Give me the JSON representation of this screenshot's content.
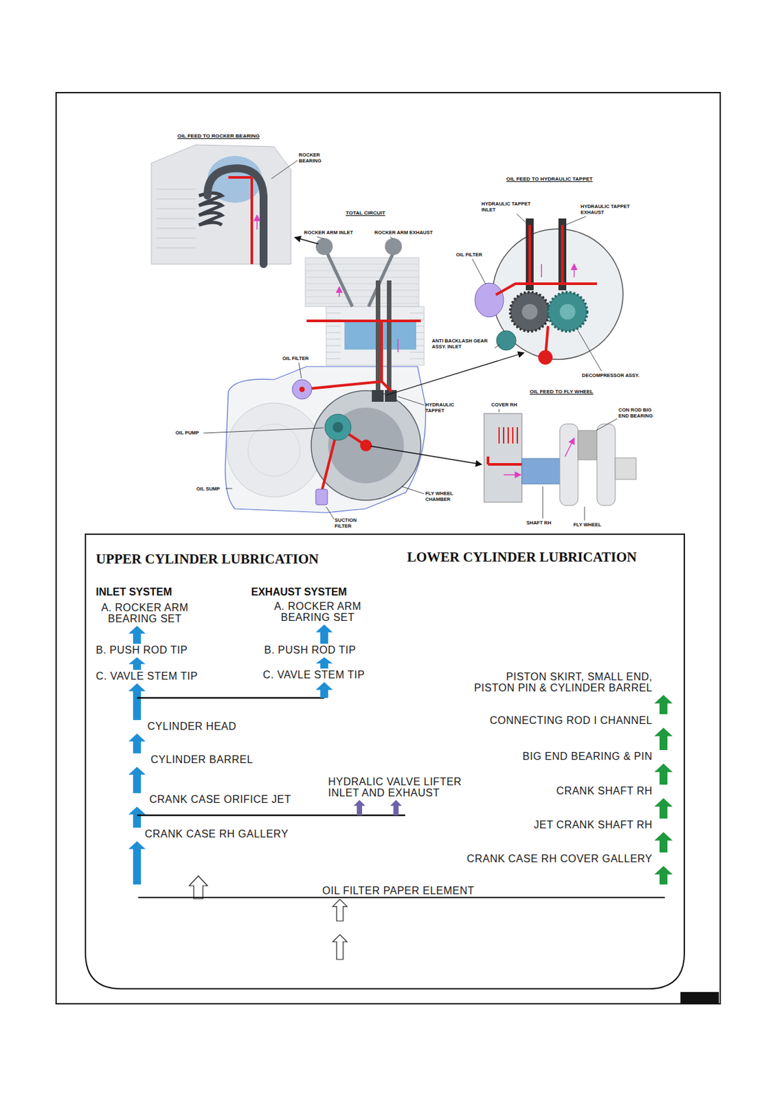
{
  "diagram": {
    "nodes": [
      {
        "text": [
          "A. ROCKER ARM BEARING SET"
        ]
      },
      {
        "text": [
          "A. ROCKER ARM BEARING SET"
        ]
      },
      {
        "text": [
          "B. PUSH ROD TIP"
        ]
      },
      {
        "text": [
          "B. PUSH ROD TIP"
        ]
      },
      {
        "text": [
          "C. VAVLE STEM TIP"
        ]
      },
      {
        "text": [
          "C. VAVLE STEM TIP"
        ]
      },
      {
        "text": [
          "PISTON SKIRT, SMALL END, PISTON PIN & CYLINDER BARREL"
        ]
      },
      {
        "text": [
          "CONNECTING ROD I CHANNEL"
        ]
      },
      {
        "text": [
          "CYLINDER HEAD"
        ]
      },
      {
        "text": [
          "CYLINDER BARREL"
        ]
      },
      {
        "text": [
          "BIG END BEARING & PIN"
        ]
      },
      {
        "text": [
          "HYDRALIC VALVE LIFTER INLET AND EXHAUST"
        ]
      },
      {
        "text": [
          "CRANK CASE ORIFICE JET"
        ]
      },
      {
        "text": [
          "CRANK SHAFT RH"
        ]
      },
      {
        "text": [
          "CRANK CASE RH GALLERY"
        ]
      },
      {
        "text": [
          "JET CRANK SHAFT RH"
        ]
      },
      {
        "text": [
          "CRANK CASE RH COVER GALLERY"
        ]
      },
      {
        "text": [
          "OIL FILTER PAPER ELEMENT"
        ]
      },
      {
        "text": [
          "ENGINE OIL SUMP"
        ]
      },
      {
        "text": [
          "OIL PUMP"
        ],
        "in": 18
      },
      {
        "text": [
          "OIL SUCTION FILTER"
        ],
        "in": 18
      }
    ],
    "edges": [
      {
        "from": 20,
        "to": 19,
        "arrow": "to"
      },
      {
        "from": 19,
        "to": 17,
        "arrow": "to"
      },
      {
        "from": 17,
        "to": 14,
        "arrow": "to"
      },
      {
        "from": 14,
        "to": 12,
        "arrow": "to"
      },
      {
        "from": 12,
        "to": 9,
        "arrow": "to"
      },
      {
        "from": 9,
        "to": 8,
        "arrow": "to"
      },
      {
        "from": 8,
        "to": 4,
        "arrow": "to"
      },
      {
        "from": 8,
        "to": 5,
        "arrow": "to"
      },
      {
        "from": 4,
        "to": 2,
        "arrow": "to"
      },
      {
        "from": 2,
        "to": 0,
        "arrow": "to"
      },
      {
        "from": 5,
        "to": 3,
        "arrow": "to"
      },
      {
        "from": 3,
        "to": 1,
        "arrow": "to"
      },
      {
        "from": 14,
        "to": 11,
        "arrow": "to"
      },
      {
        "from": 17,
        "to": 16,
        "arrow": "to"
      },
      {
        "from": 16,
        "to": 15,
        "arrow": "to"
      },
      {
        "from": 15,
        "to": 13,
        "arrow": "to"
      },
      {
        "from": 13,
        "to": 10,
        "arrow": "to"
      },
      {
        "from": 10,
        "to": 7,
        "arrow": "to"
      },
      {
        "from": 7,
        "to": 6,
        "arrow": "to"
      }
    ],
    "labels": [
      "OIL FEED TO ROCKER BEARING",
      "ROCKER BEARING",
      "TOTAL CIRCUIT",
      "ROCKER ARM INLET",
      "ROCKER ARM EXHAUST",
      "OIL FEED TO HYDRAULIC TAPPET",
      "HYDRAULIC TAPPET INLET",
      "HYDRAULIC TAPPET EXHAUST",
      "OIL FILTER",
      "ANTI BACKLASH GEAR ASSY. INLET",
      "DECOMPRESSOR ASSY.",
      "OIL FEED TO FLY WHEEL",
      "COVER RH",
      "CON ROD BIG END BEARING",
      "OIL FILTER",
      "HYDRAULIC TAPPET",
      "OIL PUMP",
      "OIL SUMP",
      "FLY WHEEL CHAMBER",
      "SUCTION FILTER",
      "SHAFT RH",
      "FLY WHEEL",
      "UPPER CYLINDER LUBRICATION",
      "LOWER CYLINDER LUBRICATION",
      "INLET SYSTEM",
      "EXHAUST SYSTEM",
      "*"
    ]
  }
}
